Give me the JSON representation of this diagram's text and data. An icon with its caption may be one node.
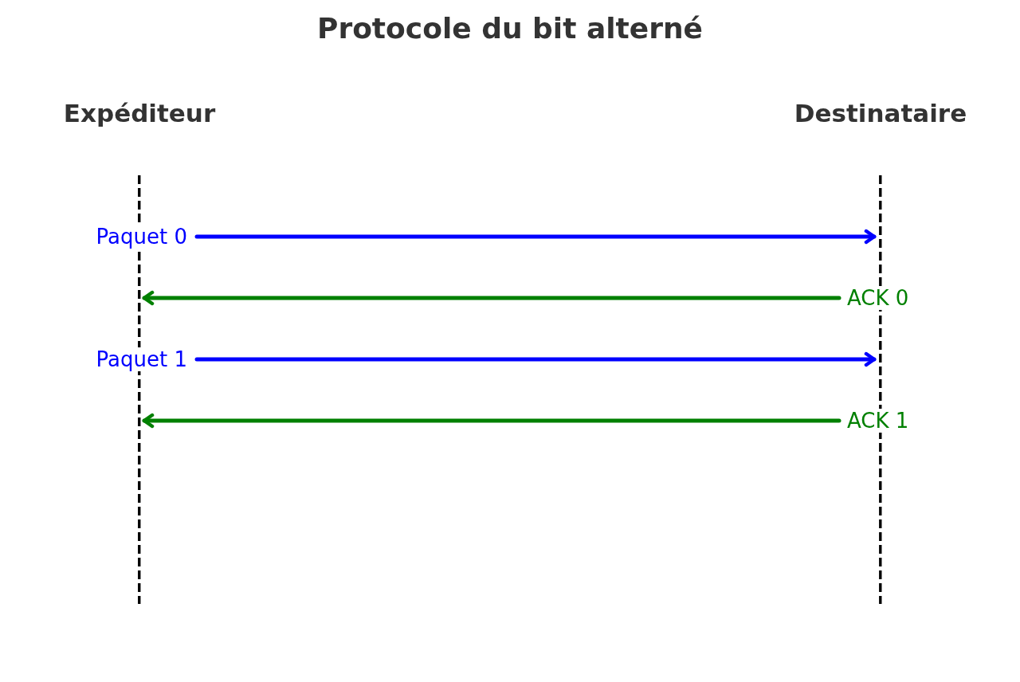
{
  "diagram": {
    "title": "Protocole du bit alterné",
    "nodes": [
      {
        "text": [
          "Expéditeur"
        ]
      },
      {
        "text": [
          "Destinataire"
        ]
      }
    ],
    "edges": [
      {
        "from": 0,
        "to": 1,
        "arrow": "to",
        "label": "Paquet 0",
        "color": "#0000ff"
      },
      {
        "from": 1,
        "to": 0,
        "arrow": "to",
        "label": "ACK 0",
        "color": "#008000"
      },
      {
        "from": 0,
        "to": 1,
        "arrow": "to",
        "label": "Paquet 1",
        "color": "#0000ff"
      },
      {
        "from": 1,
        "to": 0,
        "arrow": "to",
        "label": "ACK 1",
        "color": "#008000"
      }
    ]
  }
}
